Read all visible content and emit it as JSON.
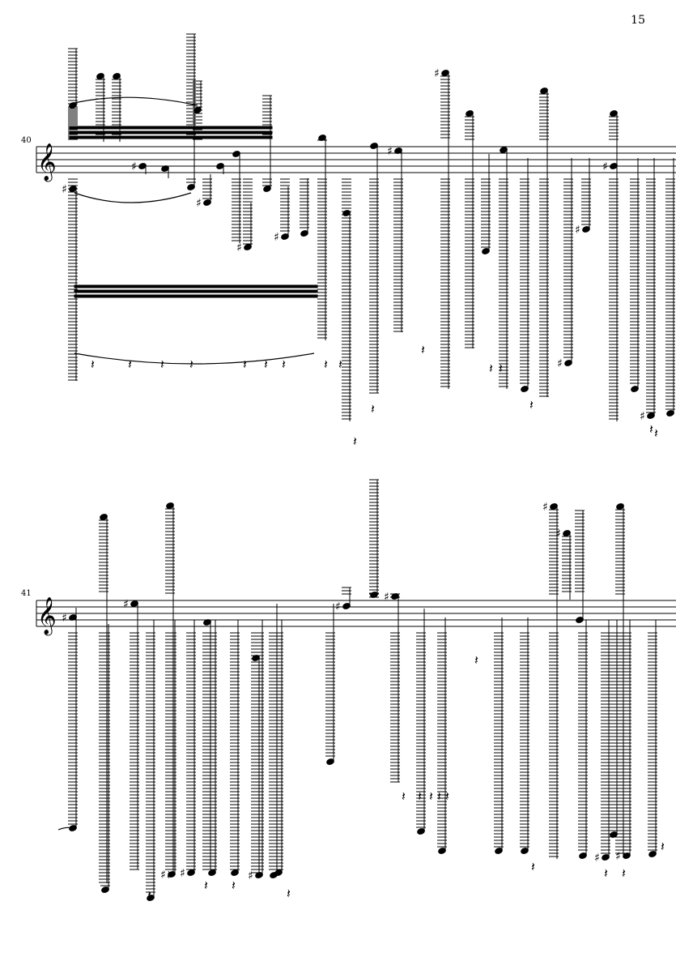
{
  "page": {
    "number": "15"
  },
  "systems": [
    {
      "measure_number": "40",
      "clef": "treble"
    },
    {
      "measure_number": "41",
      "clef": "treble"
    }
  ],
  "colors": {
    "ink": "#000000",
    "paper": "#ffffff"
  }
}
